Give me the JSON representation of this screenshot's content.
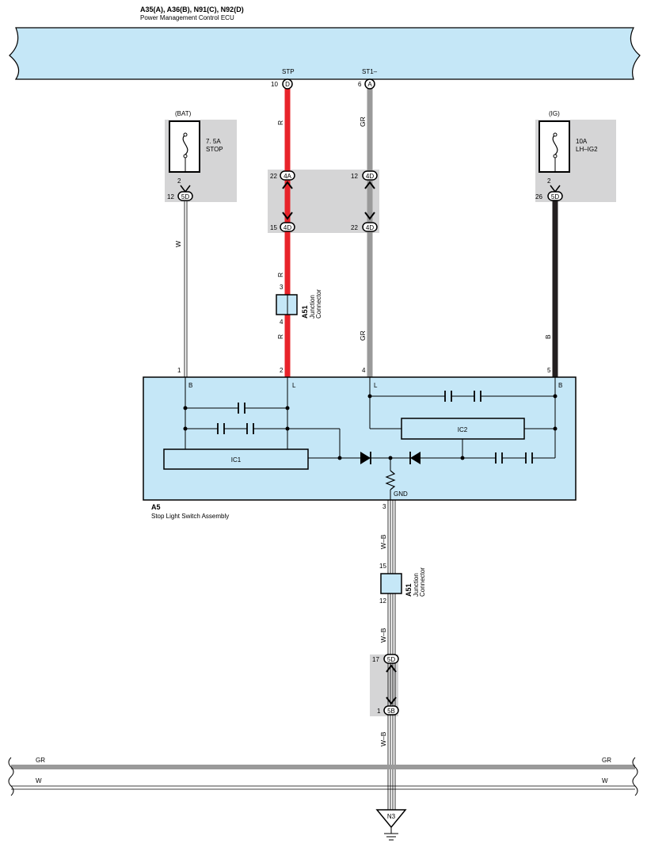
{
  "ecu": {
    "codes": "A35(A), A36(B), N91(C), N92(D)",
    "name": "Power Management Control ECU",
    "pins": [
      {
        "label": "STP",
        "pin": "10",
        "conn": "D"
      },
      {
        "label": "ST1–",
        "pin": "6",
        "conn": "A"
      }
    ]
  },
  "fuse_left": {
    "source": "(BAT)",
    "rating": "7. 5A",
    "name": "STOP",
    "pin_in": "2",
    "pin_out": "12",
    "conn": "5D"
  },
  "fuse_right": {
    "source": "(IG)",
    "rating": "10A",
    "name": "LH–IG2",
    "pin_in": "2",
    "pin_out": "26",
    "conn": "5D"
  },
  "jblock_mid": {
    "red_top_pin": "22",
    "red_top_conn": "4A",
    "gray_top_pin": "12",
    "gray_top_conn": "4D",
    "red_bot_pin": "15",
    "red_bot_conn": "4D",
    "gray_bot_pin": "22",
    "gray_bot_conn": "4D"
  },
  "wires": {
    "red": "R",
    "gray": "GR",
    "white": "W",
    "black": "B",
    "wb": "W–B"
  },
  "junction_upper": {
    "code": "A51",
    "name1": "Junction",
    "name2": "Connector",
    "pin_top": "3",
    "pin_bot": "4"
  },
  "junction_lower": {
    "code": "A51",
    "name1": "Junction",
    "name2": "Connector",
    "pin_top": "15",
    "pin_bot": "12"
  },
  "switch": {
    "code": "A5",
    "name": "Stop Light Switch Assembly",
    "pins": [
      "1",
      "2",
      "4",
      "5",
      "3"
    ],
    "terminals": [
      "B",
      "L",
      "L",
      "B"
    ],
    "ic1": "IC1",
    "ic2": "IC2",
    "gnd": "GND"
  },
  "jblock_low": {
    "top_pin": "17",
    "top_conn": "5D",
    "bot_pin": "1",
    "bot_conn": "5B"
  },
  "bus": {
    "gr_left": "GR",
    "gr_right": "GR",
    "w_left": "W",
    "w_right": "W"
  },
  "ground": {
    "code": "N3"
  },
  "colors": {
    "red_wire": "#e8232a",
    "gray_wire": "#9a9a9a",
    "black_wire": "#231f20",
    "panel_blue": "#c5e7f7",
    "box_gray": "#d5d5d6"
  }
}
